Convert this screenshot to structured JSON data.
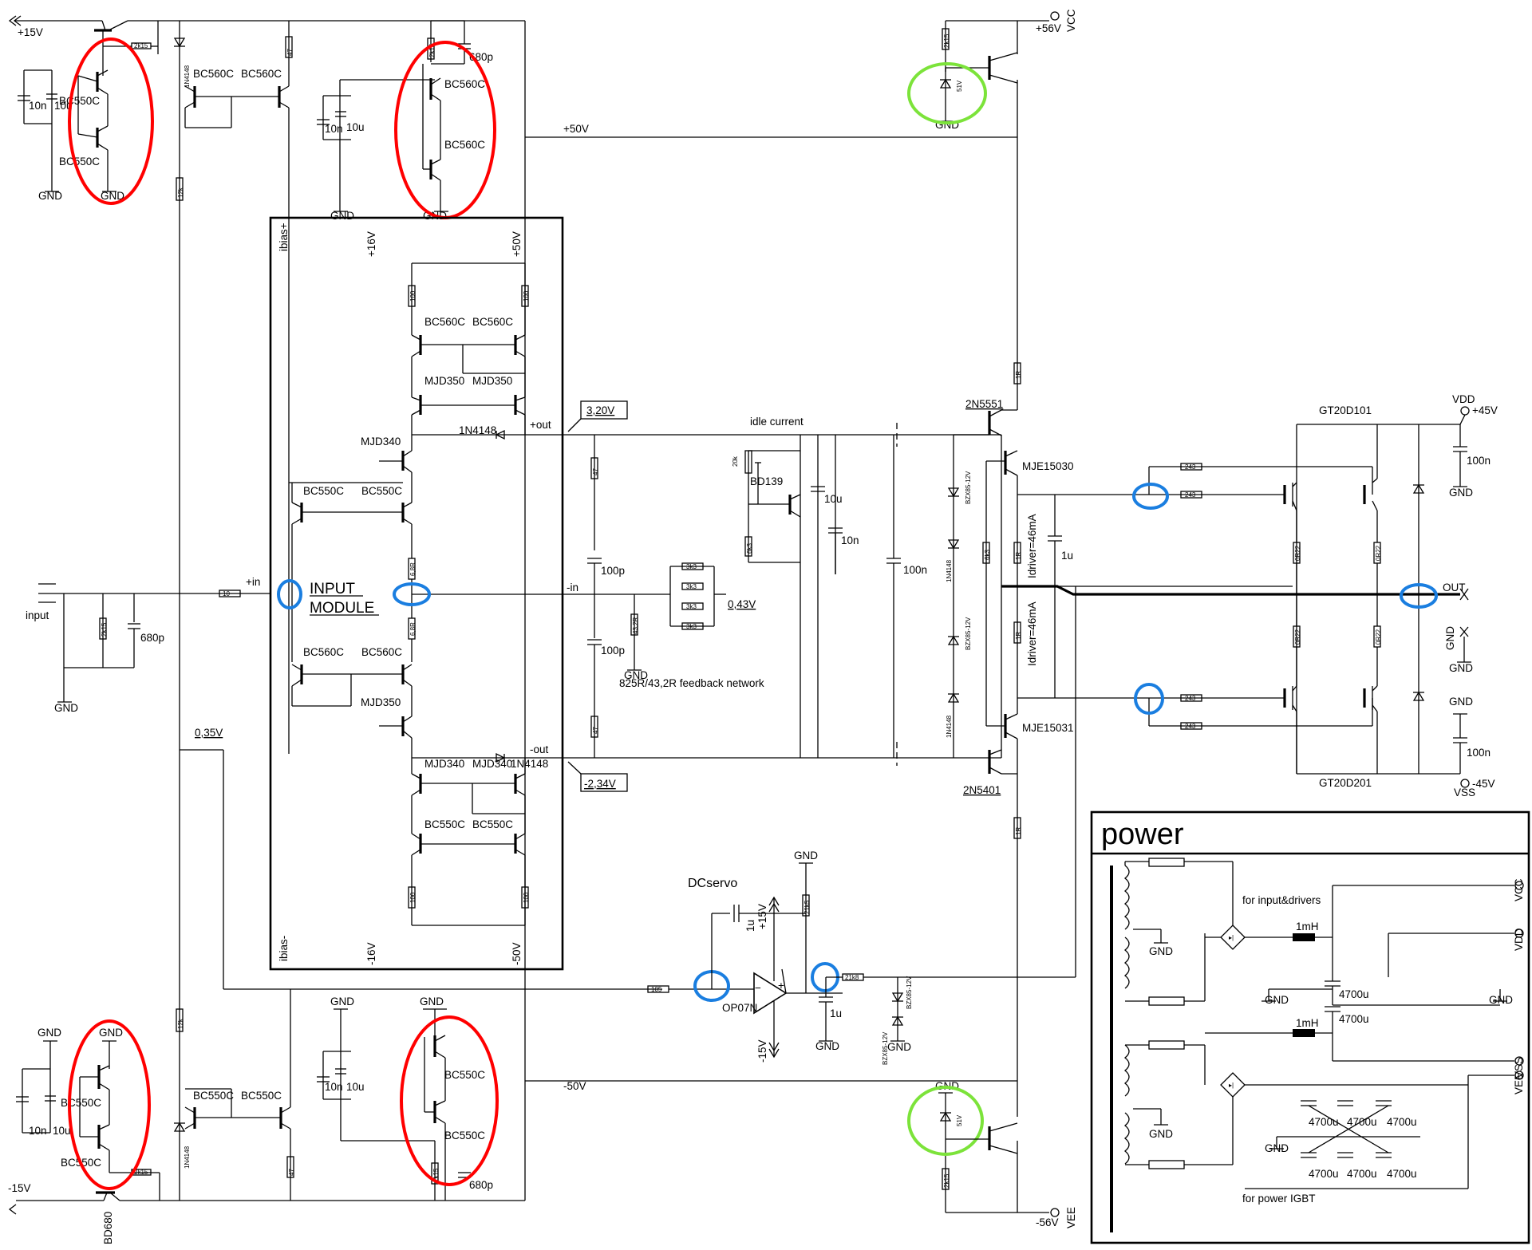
{
  "title": "power",
  "labels": {
    "plus15": "+15V",
    "minus15": "-15V",
    "gnd": "GND",
    "bc550c": "BC550C",
    "bc560c": "BC560C",
    "n4148": "1N4148",
    "c10n": "10n",
    "c10u": "10u",
    "c680p": "680p",
    "c100p": "100p",
    "c100n": "100n",
    "c1u": "1u",
    "plus50v": "+50V",
    "minus50v": "-50V",
    "plus16v": "+16V",
    "minus16v": "-16V",
    "ibias_plus": "ibias+",
    "ibias_minus": "ibias-",
    "input_module_1": "INPUT",
    "input_module_2": "MODULE",
    "plus_in": "+in",
    "minus_in": "-in",
    "plus_out": "+out",
    "minus_out": "-out",
    "v320": "3,20V",
    "v234": "-2,34V",
    "v043": "0,43V",
    "v035": "0,35V",
    "mjd340": "MJD340",
    "mjd350": "MJD350",
    "input": "input",
    "idle_current": "idle current",
    "bd139": "BD139",
    "r20k": "20k",
    "feedback": "825R/43,2R feedback network",
    "n2n5551": "2N5551",
    "n2n5401": "2N5401",
    "mje15030": "MJE15030",
    "mje15031": "MJE15031",
    "bzx": "BZX85-12V",
    "idriver1": "Idriver=46mA",
    "idriver2": "Idriver=46mA",
    "gt20d101": "GT20D101",
    "gt20d201": "GT20D201",
    "vdd": "VDD",
    "vss": "VSS",
    "vcc": "VCC",
    "vee": "VEE",
    "plus45": "+45V",
    "minus45": "-45V",
    "plus56": "+56V",
    "minus56": "-56V",
    "out": "OUT",
    "dcservo": "DCservo",
    "op07n": "OP07N",
    "bd680": "BD680",
    "z51v": "51V",
    "for_input": "for input&drivers",
    "for_igbt": "for power IGBT",
    "l1mh": "1mH",
    "c4700u": "4700u"
  },
  "res": {
    "r2k15": "2k15",
    "r47": "47",
    "r12k": "12k",
    "r100": "100",
    "r6r8": "6,8R",
    "r10": "10",
    "r2k": "2k",
    "r3k3": "3k3",
    "r43r2": "43,2R",
    "r825": "825",
    "r1r": "1R",
    "r0r22": "0R22",
    "r243": "243",
    "r6k3": "6k3",
    "r21k5": "21k5",
    "r105": "105",
    "r21k8": "21k8"
  },
  "colors": {
    "red": "#ff0000",
    "green": "#7ce33a",
    "blue": "#1a7ee0"
  }
}
